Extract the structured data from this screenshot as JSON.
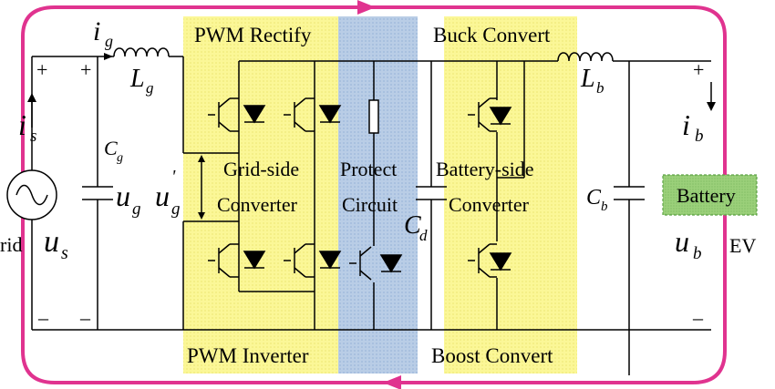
{
  "labels": {
    "pwm_rectify": "PWM Rectify",
    "pwm_inverter": "PWM Inverter",
    "buck_convert": "Buck Convert",
    "boost_convert": "Boost Convert",
    "grid_side_1": "Grid-side",
    "grid_side_2": "Converter",
    "protect_1": "Protect",
    "protect_2": "Circuit",
    "battery_side_1": "Battery-side",
    "battery_side_2": "Converter",
    "battery": "Battery",
    "ev": "EV",
    "grid": "rid"
  },
  "symbols": {
    "ig": "i",
    "ig_sub": "g",
    "Lg": "L",
    "Lg_sub": "g",
    "is": "i",
    "is_sub": "s",
    "Cg": "C",
    "Cg_sub": "g",
    "ug": "u",
    "ug_sub": "g",
    "ug_prime": "u",
    "ug_prime_sub": "g",
    "ug_prime_mark": "'",
    "us": "u",
    "us_sub": "s",
    "Cd": "C",
    "Cd_sub": "d",
    "Lb": "L",
    "Lb_sub": "b",
    "ib": "i",
    "ib_sub": "b",
    "Cb": "C",
    "Cb_sub": "b",
    "ub": "u",
    "ub_sub": "b"
  },
  "signs": {
    "plus_left_1": "+",
    "plus_left_2": "+",
    "minus_left_1": "–",
    "minus_left_2": "–",
    "plus_right": "+",
    "minus_right": "–"
  },
  "colors": {
    "yellow_region": "#fbf797",
    "blue_region": "#b9cde6",
    "battery_fill": "#9bd07a",
    "flow_arrow": "#e0338f"
  }
}
